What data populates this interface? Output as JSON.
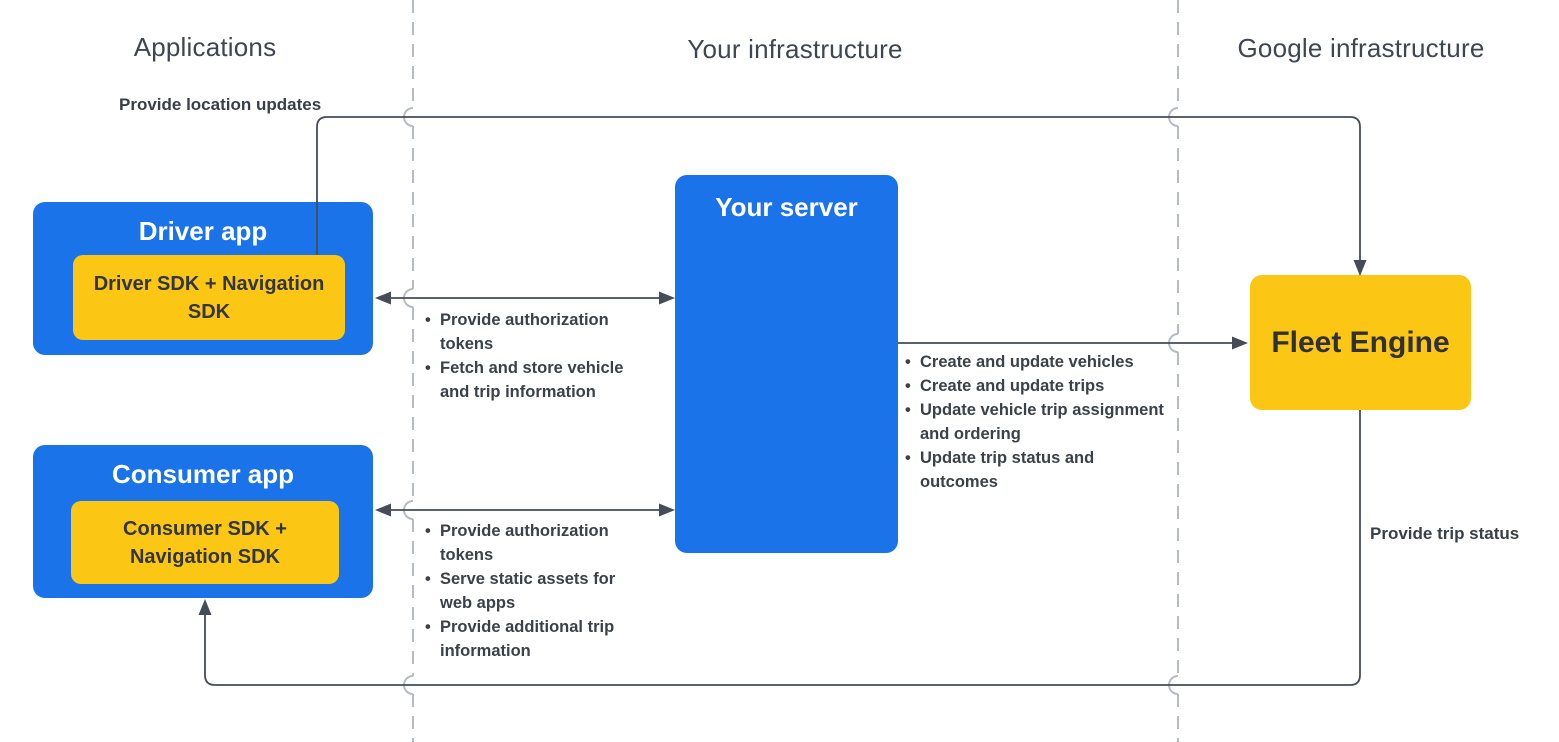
{
  "diagram": {
    "bullet_char": "•",
    "columns": [
      {
        "label": "Applications"
      },
      {
        "label": "Your infrastructure"
      },
      {
        "label": "Google infrastructure"
      }
    ],
    "nodes": {
      "driver_app": {
        "title": "Driver app",
        "sdk": "Driver SDK + Navigation SDK"
      },
      "consumer_app": {
        "title": "Consumer app",
        "sdk": "Consumer SDK + Navigation SDK"
      },
      "your_server": {
        "title": "Your server"
      },
      "fleet_engine": {
        "title": "Fleet Engine"
      }
    },
    "edges": {
      "location_updates": {
        "label": "Provide location updates",
        "from": "Driver SDK",
        "to": "Fleet Engine"
      },
      "driver_server": {
        "items": [
          "Provide authorization tokens",
          "Fetch and store vehicle and trip information"
        ]
      },
      "consumer_server": {
        "items": [
          "Provide authorization tokens",
          "Serve static assets for web apps",
          "Provide additional trip information"
        ]
      },
      "server_fleet": {
        "items": [
          "Create and update vehicles",
          "Create and update trips",
          "Update vehicle trip assignment and ordering",
          "Update trip status and outcomes"
        ]
      },
      "trip_status": {
        "label": "Provide trip status",
        "from": "Fleet Engine",
        "to": "Consumer app"
      }
    },
    "colors": {
      "box_blue": "#1a73e8",
      "box_yellow": "#fcc614",
      "line": "#454c57",
      "divider": "#b6bcc4",
      "text_dark": "#3a4148",
      "heading": "#3e4651",
      "text_on_blue": "#ffffff",
      "text_on_yellow": "#313640"
    }
  }
}
